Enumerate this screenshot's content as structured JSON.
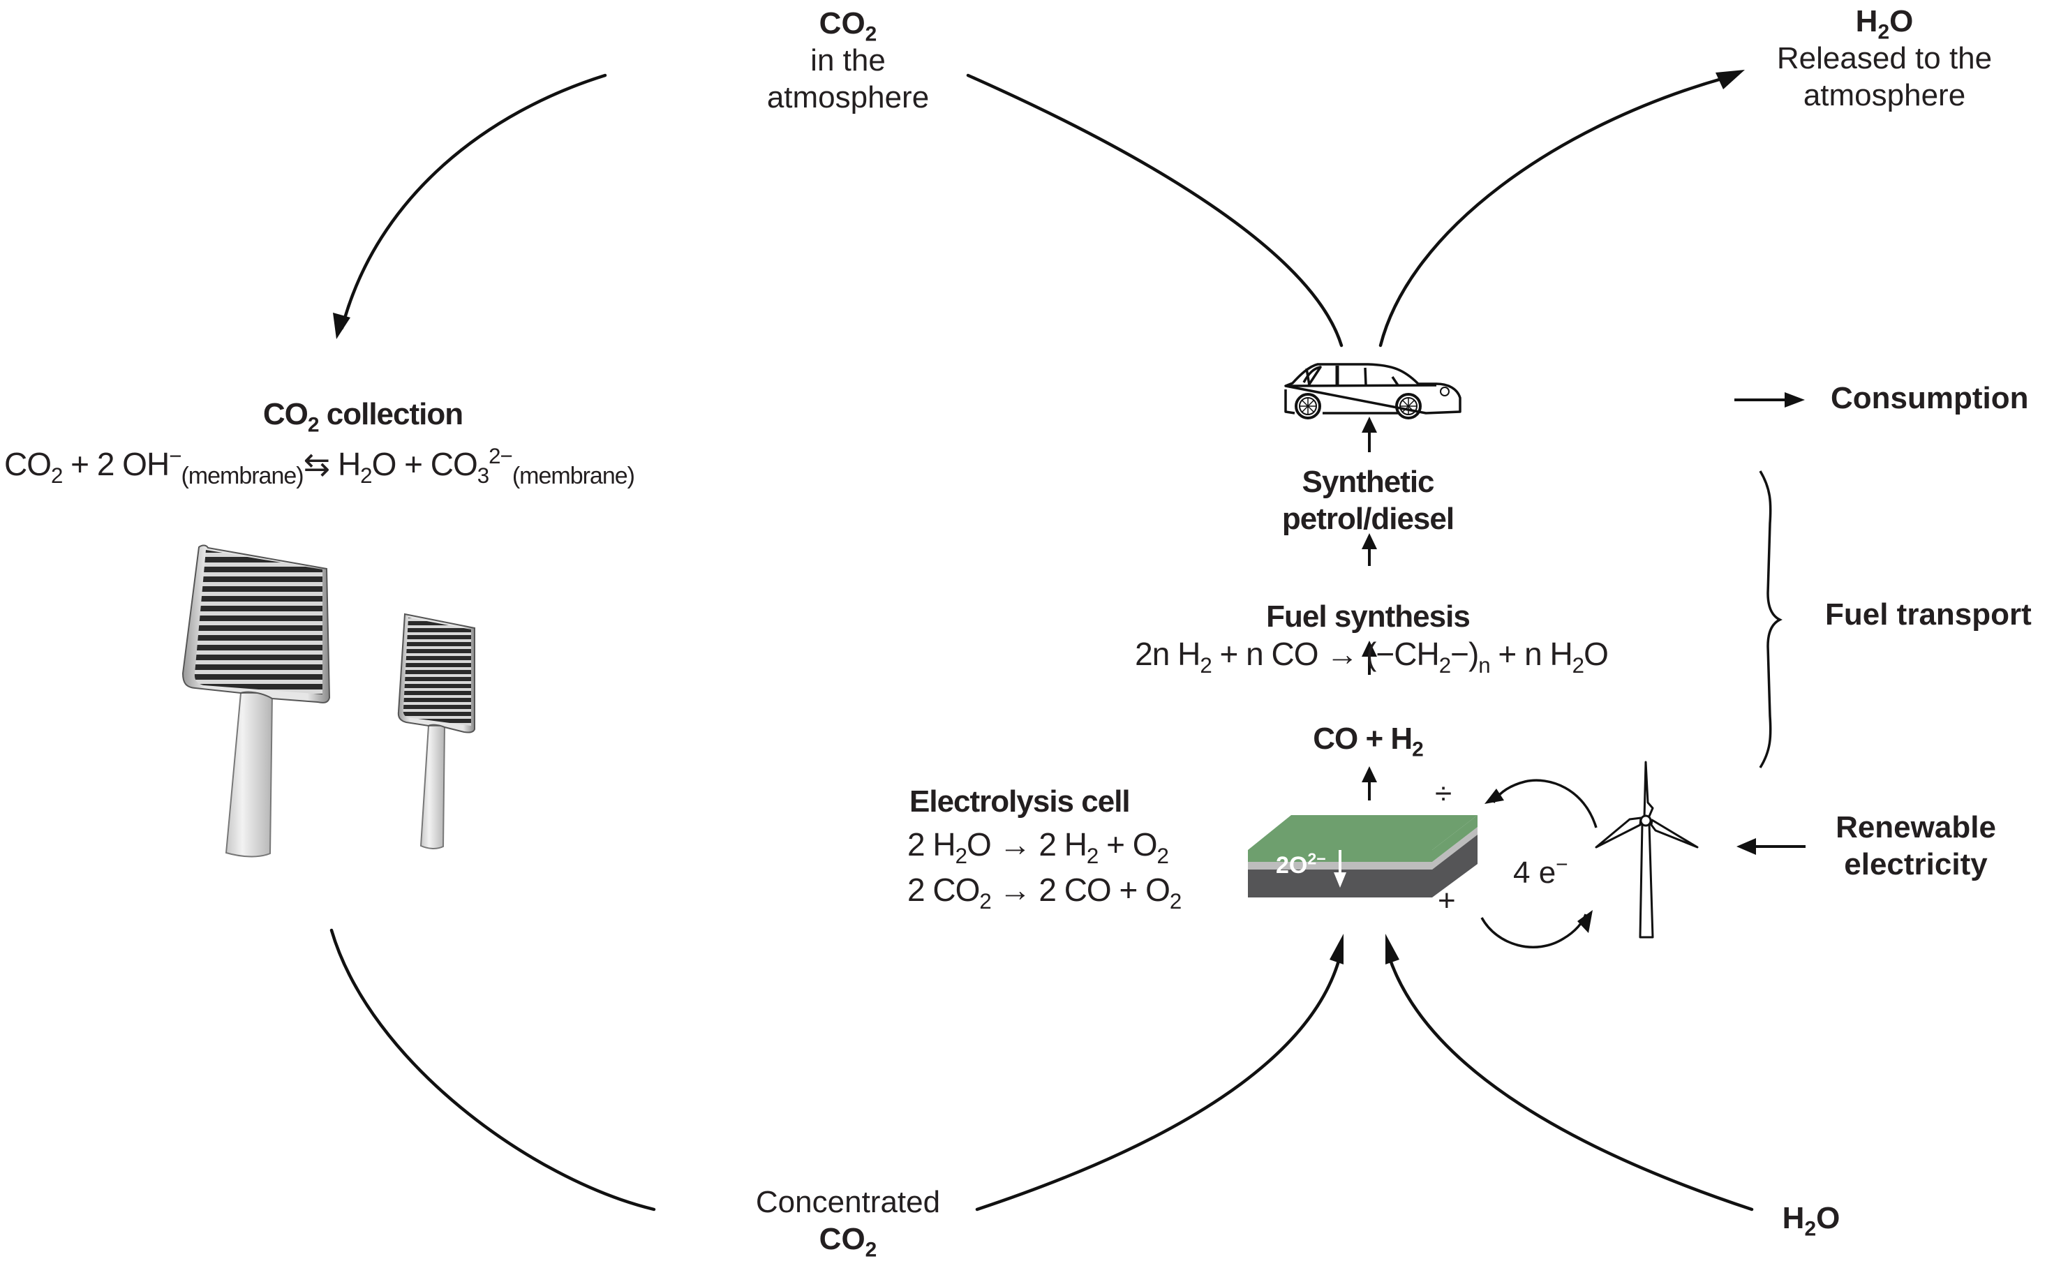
{
  "diagram": {
    "title_nodes": {
      "co2_atmosphere": {
        "formula_main": "CO",
        "formula_sub": "2",
        "line1": "in the",
        "line2": "atmosphere"
      },
      "h2o_released": {
        "formula_main": "H",
        "formula_sub": "2",
        "formula_tail": "O",
        "line1": "Released to the",
        "line2": "atmosphere"
      },
      "concentrated_co2": {
        "line1": "Concentrated",
        "formula_main": "CO",
        "formula_sub": "2"
      },
      "h2o_input": {
        "formula_main": "H",
        "formula_sub": "2",
        "formula_tail": "O"
      }
    },
    "co2_collection": {
      "title_main": "CO",
      "title_sub": "2",
      "title_tail": " collection",
      "equation": {
        "t1": "CO",
        "s1": "2",
        "t2": " + 2 OH",
        "sup1": "−",
        "s2": "(membrane)",
        "arrow": "⇆",
        "t3": " H",
        "s3": "2",
        "t4": "O + CO",
        "s4": "3",
        "sup2": "2−",
        "s5": "(membrane)"
      }
    },
    "electrolysis": {
      "title": "Electrolysis cell",
      "eq1": {
        "a": "2 H",
        "as": "2",
        "b": "O → 2 H",
        "bs": "2",
        "c": " + O",
        "cs": "2"
      },
      "eq2": {
        "a": "2 CO",
        "as": "2",
        "b": " → 2 CO + O",
        "bs": "2"
      },
      "ion_label": "2O",
      "ion_sup": "2−",
      "minus_symbol": "÷",
      "plus_symbol": "+",
      "electrons": "4 e",
      "electrons_sup": "−",
      "colors": {
        "top": "#6e9f6e",
        "separator": "#bdbdbd",
        "bottom": "#555557"
      }
    },
    "chain": {
      "syngas": {
        "a": "CO + H",
        "as": "2"
      },
      "fuel_synthesis_title": "Fuel synthesis",
      "fuel_eq": {
        "a": "2n H",
        "as": "2",
        "b": " + n CO → (−CH",
        "bs": "2",
        "c": "−)",
        "cs": "n",
        "d": " + n H",
        "ds": "2",
        "e": "O"
      },
      "synthetic_line1": "Synthetic",
      "synthetic_line2": "petrol/diesel"
    },
    "side_labels": {
      "consumption": "Consumption",
      "fuel_transport": "Fuel transport",
      "renewable_line1": "Renewable",
      "renewable_line2": "electricity"
    },
    "icons": [
      "car-icon",
      "wind-turbine-icon",
      "membrane-filter-icon",
      "electrolysis-cell-icon"
    ]
  }
}
